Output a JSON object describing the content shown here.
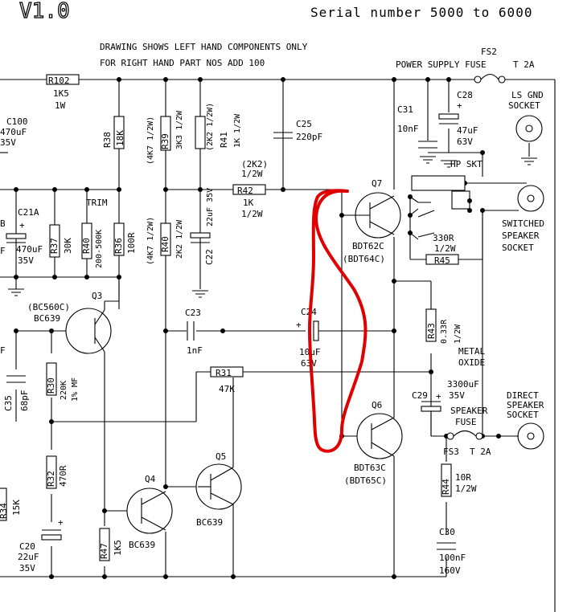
{
  "header": {
    "version": "V1.0",
    "serial": "Serial number 5000 to 6000",
    "note_line1": "DRAWING SHOWS LEFT HAND COMPONENTS ONLY",
    "note_line2": "FOR RIGHT HAND PART NOS ADD 100"
  },
  "components": {
    "r102": {
      "ref": "R102",
      "val": "1K5",
      "rating": "1W"
    },
    "c100": {
      "ref": "C100",
      "val": "470uF",
      "rating": "35V"
    },
    "b_frag": "B",
    "f_frag1": "F",
    "f_frag2": "F",
    "r38": {
      "ref": "R38",
      "val": "18K"
    },
    "r39": {
      "ref": "R39",
      "val": "3K3 1/2W",
      "alt": "(4K7 1/2W)"
    },
    "r41": {
      "ref": "R41",
      "val": "1K 1/2W",
      "alt": "(2K2 1/2W)"
    },
    "c25": {
      "ref": "C25",
      "val": "220pF"
    },
    "r42": {
      "ref": "R42",
      "alt": "(2K2)",
      "alt_w": "1/2W",
      "val": "1K",
      "w": "1/2W"
    },
    "c21a": {
      "ref": "C21A",
      "val": "470uF",
      "rating": "35V"
    },
    "trim": "TRIM",
    "r37": {
      "ref": "R37",
      "val": "30K"
    },
    "r40": {
      "ref": "R40",
      "val": "200-500K"
    },
    "r36": {
      "ref": "R36",
      "val": "100R"
    },
    "r40b": {
      "ref": "R40",
      "val": "2K2 1/2W",
      "alt": "(4K7 1/2W)"
    },
    "c22": {
      "ref": "C22",
      "val": "22uF 35V"
    },
    "q7": {
      "ref": "Q7",
      "part": "BDT62C",
      "alt": "(BDT64C)"
    },
    "q3": {
      "ref": "Q3",
      "part": "BC639",
      "alt": "(BC560C)"
    },
    "c23": {
      "ref": "C23",
      "val": "1nF"
    },
    "c24": {
      "ref": "C24",
      "val": "10uF",
      "rating": "63V"
    },
    "r43": {
      "ref": "R43",
      "val": "0.33R",
      "rating": "1/2W",
      "type1": "METAL",
      "type2": "OXIDE"
    },
    "c35": {
      "ref": "C35",
      "val": "68pF"
    },
    "r30": {
      "ref": "R30",
      "val": "220K",
      "tol": "1% MF"
    },
    "r31": {
      "ref": "R31",
      "val": "47K"
    },
    "c29": {
      "ref": "C29",
      "val": "3300uF",
      "rating": "35V"
    },
    "q6": {
      "ref": "Q6",
      "part": "BDT63C",
      "alt": "(BDT65C)"
    },
    "q5": {
      "ref": "Q5",
      "part": "BC639"
    },
    "q4": {
      "ref": "Q4",
      "part": "BC639"
    },
    "r32": {
      "ref": "R32",
      "val": "470R"
    },
    "r34": {
      "ref": "R34",
      "val": "15K"
    },
    "c20": {
      "ref": "C20",
      "val": "22uF",
      "rating": "35V"
    },
    "r47": {
      "ref": "R47",
      "val": "1K5"
    },
    "r44": {
      "ref": "R44",
      "val": "10R",
      "rating": "1/2W"
    },
    "c30": {
      "ref": "C30",
      "val": "100nF",
      "rating": "160V"
    },
    "c31": {
      "ref": "C31",
      "val": "10nF"
    },
    "c28": {
      "ref": "C28",
      "val": "47uF",
      "rating": "63V"
    },
    "r45": {
      "ref": "R45",
      "val": "330R",
      "rating": "1/2W"
    },
    "fs2": {
      "ref": "FS2",
      "label": "POWER SUPPLY FUSE",
      "val": "T 2A"
    },
    "fs3": {
      "ref": "FS3",
      "label1": "SPEAKER",
      "label2": "FUSE",
      "val": "T 2A"
    }
  },
  "connectors": {
    "ls_gnd": [
      "LS GND",
      "SOCKET"
    ],
    "hp_skt": "HP SKT",
    "switched": [
      "SWITCHED",
      "SPEAKER",
      "SOCKET"
    ],
    "direct": [
      "DIRECT",
      "SPEAKER",
      "SOCKET"
    ]
  },
  "annotation": {
    "color": "#e00000",
    "shape": "freehand-circle",
    "target": "Q6/Q7 base drive line"
  }
}
